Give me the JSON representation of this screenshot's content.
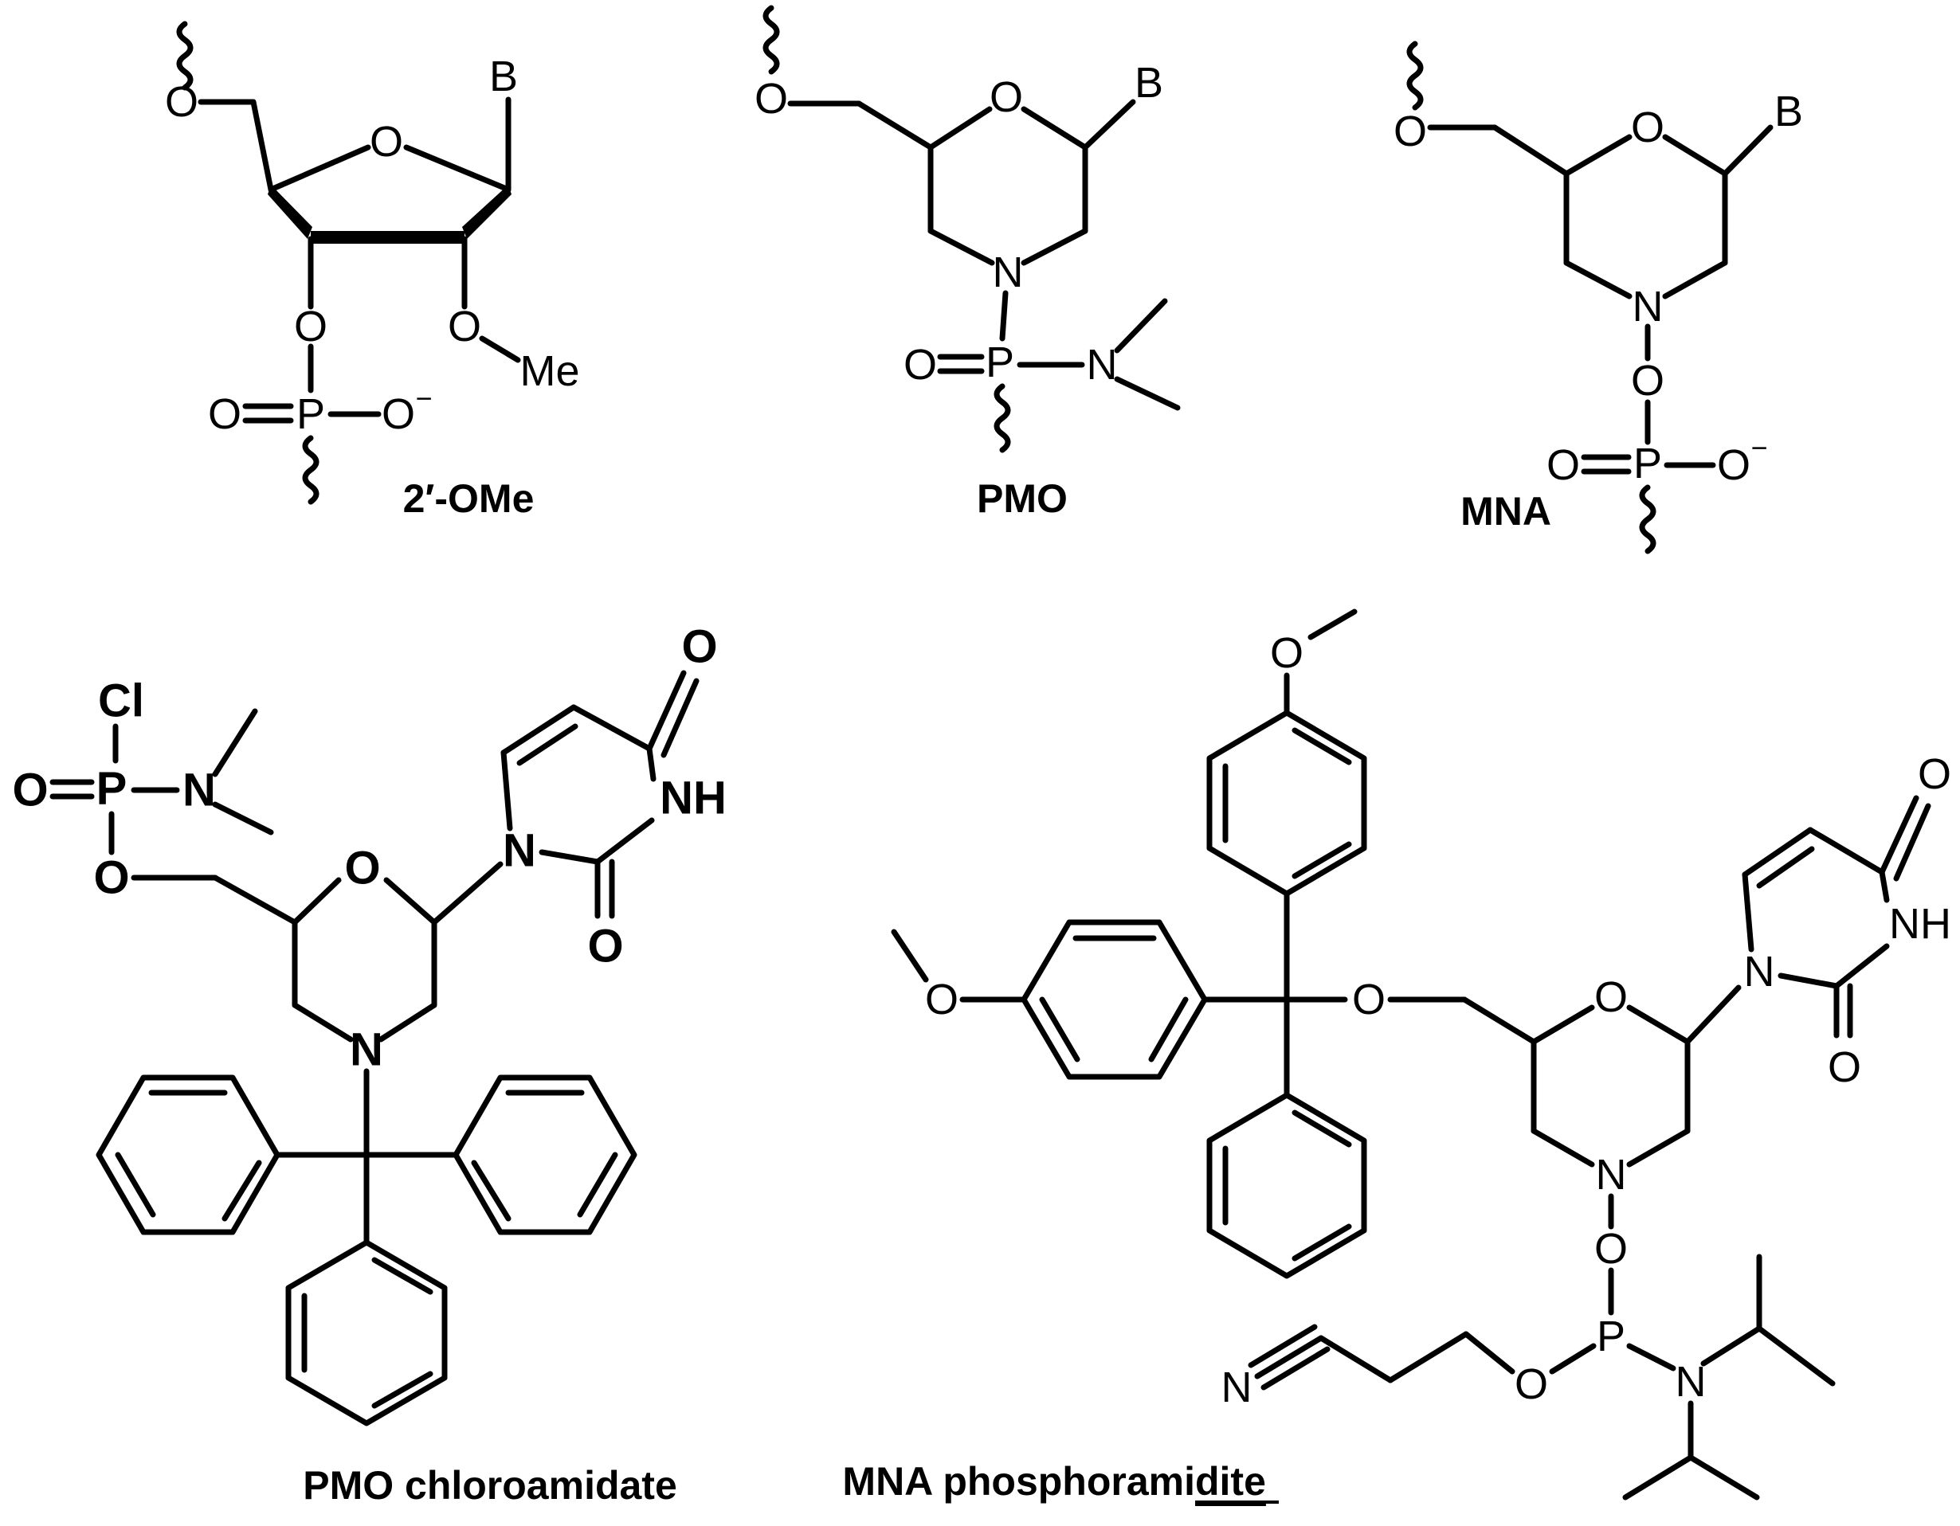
{
  "captions": {
    "ome": "2′-OMe",
    "pmo": "PMO",
    "mna": "MNA",
    "pmo_chloroamidate": "PMO chloroamidate",
    "mna_phosphoramidite_part1": "MNA phosphorami",
    "mna_phosphoramidite_part2": "dite"
  },
  "atoms": {
    "O": "O",
    "B": "B",
    "P": "P",
    "N": "N",
    "Me": "Me",
    "Cl": "Cl",
    "NH": "NH",
    "minus": "−"
  }
}
